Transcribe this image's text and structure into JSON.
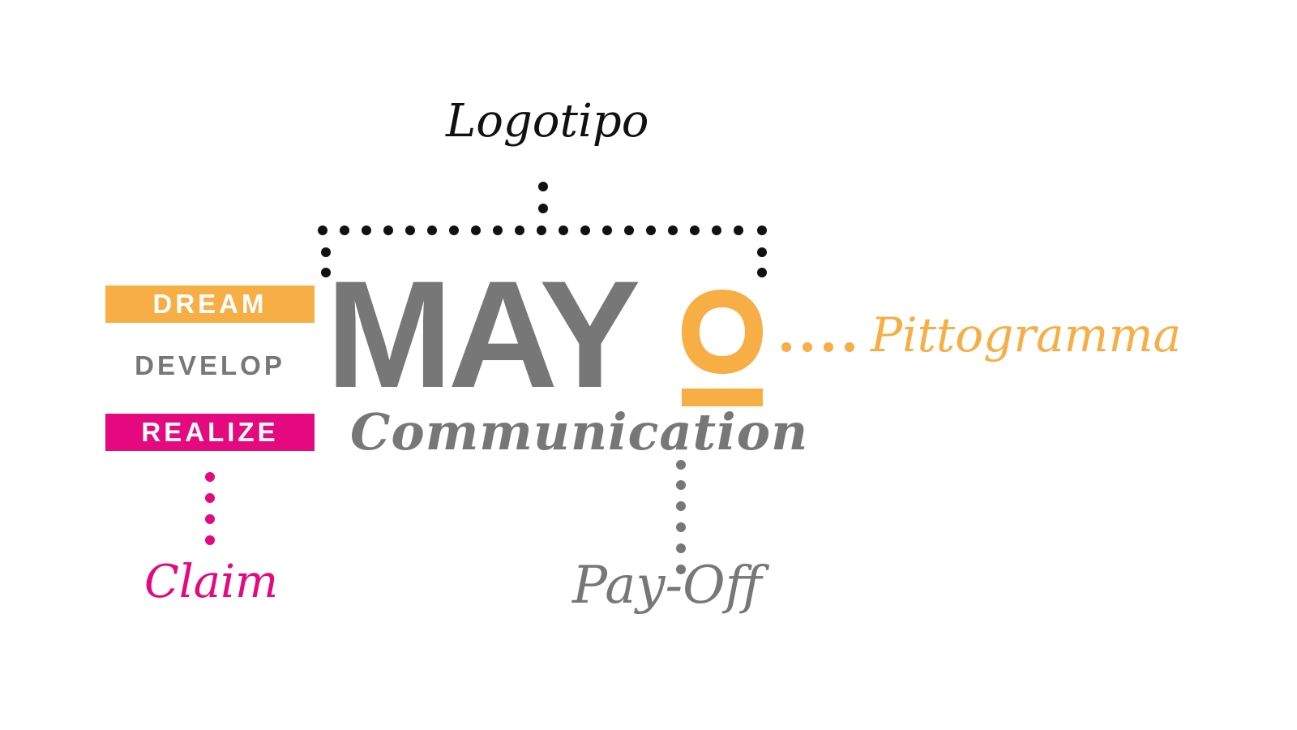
{
  "colors": {
    "orange": "#f6ae45",
    "gray": "#777777",
    "magenta": "#e4097e",
    "black": "#111111"
  },
  "labels": {
    "logotipo": "Logotipo",
    "pittogramma": "Pittogramma",
    "claim": "Claim",
    "payoff": "Pay-Off"
  },
  "claim": {
    "line1": "DREAM",
    "line2": "DEVELOP",
    "line3": "REALIZE"
  },
  "logo": {
    "wordmark": "MAY",
    "payoff_text": "Communication"
  }
}
